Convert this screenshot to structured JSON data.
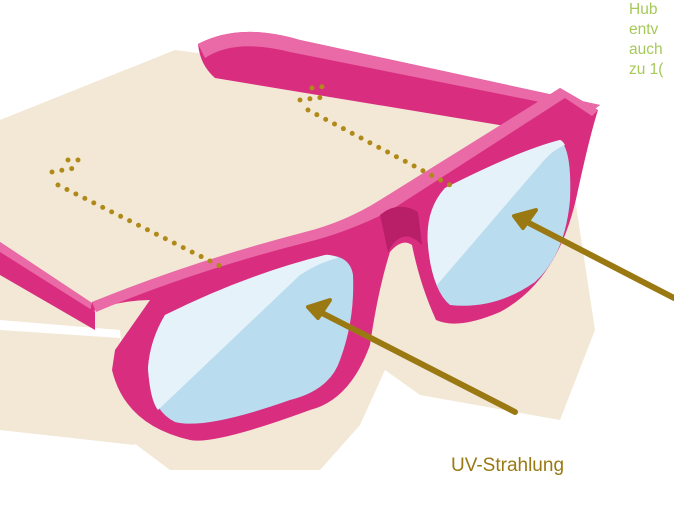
{
  "labels": {
    "uv_radiation": "UV-Strahlung"
  },
  "side_text": {
    "lines": [
      "Hub",
      "entv",
      "auch",
      "zu 1("
    ]
  },
  "colors": {
    "frame": "#d92e80",
    "frame_highlight": "#e96aa6",
    "frame_dark": "#b81f68",
    "shadow": "#f2e8d5",
    "lens": "#b9dcee",
    "lens_highlight": "#e6f2f9",
    "arrow": "#9a7812",
    "dots": "#b08a18",
    "side_text": "#a6c95a"
  },
  "icons": {
    "glasses": "sunglasses-illustration",
    "arrow": "arrow-pointer",
    "dotted_motion": "dotted-motion-lines"
  }
}
